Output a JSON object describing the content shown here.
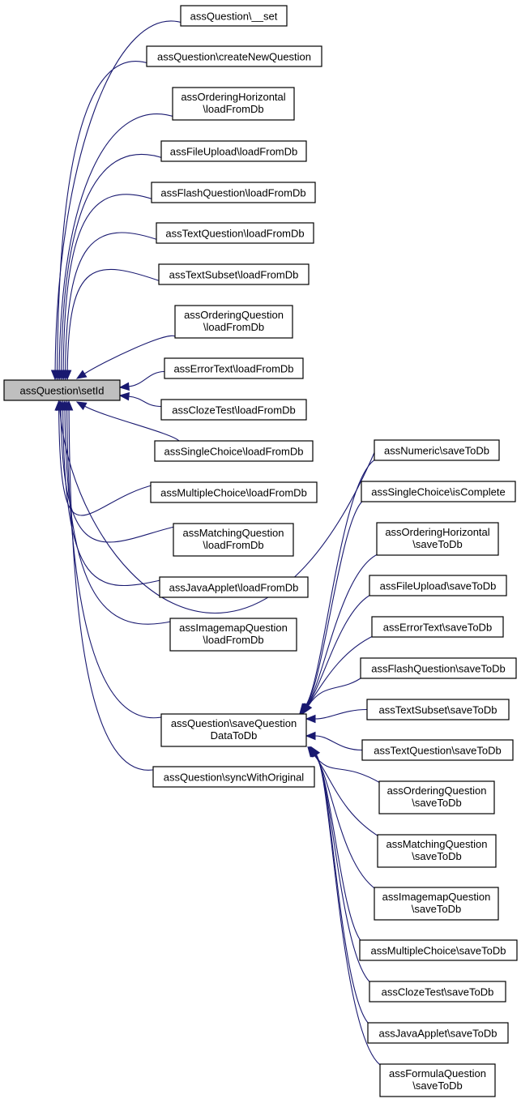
{
  "diagram": {
    "type": "doxygen-caller-graph",
    "colors": {
      "edge": "#191970",
      "root_fill": "#bfbfbf",
      "node_fill": "#ffffff",
      "node_border": "#000000"
    },
    "root": {
      "id": "setId",
      "lines": [
        "assQuestion\\setId"
      ]
    },
    "mid": {
      "id": "saveQuestionDataToDb",
      "lines": [
        "assQuestion\\saveQuestion",
        "DataToDb"
      ]
    },
    "callers_of_root": [
      {
        "id": "__set",
        "lines": [
          "assQuestion\\__set"
        ]
      },
      {
        "id": "createNewQuestion",
        "lines": [
          "assQuestion\\createNewQuestion"
        ]
      },
      {
        "id": "ordHorizLoad",
        "lines": [
          "assOrderingHorizontal",
          "\\loadFromDb"
        ]
      },
      {
        "id": "fileUploadLoad",
        "lines": [
          "assFileUpload\\loadFromDb"
        ]
      },
      {
        "id": "flashLoad",
        "lines": [
          "assFlashQuestion\\loadFromDb"
        ]
      },
      {
        "id": "textQLoad",
        "lines": [
          "assTextQuestion\\loadFromDb"
        ]
      },
      {
        "id": "textSubsetLoad",
        "lines": [
          "assTextSubset\\loadFromDb"
        ]
      },
      {
        "id": "orderingQLoad",
        "lines": [
          "assOrderingQuestion",
          "\\loadFromDb"
        ]
      },
      {
        "id": "errorTextLoad",
        "lines": [
          "assErrorText\\loadFromDb"
        ]
      },
      {
        "id": "clozeLoad",
        "lines": [
          "assClozeTest\\loadFromDb"
        ]
      },
      {
        "id": "singleChoiceLoad",
        "lines": [
          "assSingleChoice\\loadFromDb"
        ]
      },
      {
        "id": "multipleChoiceLoad",
        "lines": [
          "assMultipleChoice\\loadFromDb"
        ]
      },
      {
        "id": "matchingLoad",
        "lines": [
          "assMatchingQuestion",
          "\\loadFromDb"
        ]
      },
      {
        "id": "javaAppletLoad",
        "lines": [
          "assJavaApplet\\loadFromDb"
        ]
      },
      {
        "id": "imagemapLoad",
        "lines": [
          "assImagemapQuestion",
          "\\loadFromDb"
        ]
      },
      {
        "id": "saveQuestionDataToDb",
        "lines": [
          "assQuestion\\saveQuestion",
          "DataToDb"
        ]
      },
      {
        "id": "syncWithOriginal",
        "lines": [
          "assQuestion\\syncWithOriginal"
        ]
      },
      {
        "id": "numericSave",
        "lines": [
          "assNumeric\\saveToDb"
        ]
      }
    ],
    "callers_of_mid": [
      {
        "id": "numericSave",
        "lines": [
          "assNumeric\\saveToDb"
        ]
      },
      {
        "id": "singleChoiceComplete",
        "lines": [
          "assSingleChoice\\isComplete"
        ]
      },
      {
        "id": "ordHorizSave",
        "lines": [
          "assOrderingHorizontal",
          "\\saveToDb"
        ]
      },
      {
        "id": "fileUploadSave",
        "lines": [
          "assFileUpload\\saveToDb"
        ]
      },
      {
        "id": "errorTextSave",
        "lines": [
          "assErrorText\\saveToDb"
        ]
      },
      {
        "id": "flashSave",
        "lines": [
          "assFlashQuestion\\saveToDb"
        ]
      },
      {
        "id": "textSubsetSave",
        "lines": [
          "assTextSubset\\saveToDb"
        ]
      },
      {
        "id": "textQSave",
        "lines": [
          "assTextQuestion\\saveToDb"
        ]
      },
      {
        "id": "orderingQSave",
        "lines": [
          "assOrderingQuestion",
          "\\saveToDb"
        ]
      },
      {
        "id": "matchingSave",
        "lines": [
          "assMatchingQuestion",
          "\\saveToDb"
        ]
      },
      {
        "id": "imagemapSave",
        "lines": [
          "assImagemapQuestion",
          "\\saveToDb"
        ]
      },
      {
        "id": "multipleChoiceSave",
        "lines": [
          "assMultipleChoice\\saveToDb"
        ]
      },
      {
        "id": "clozeSave",
        "lines": [
          "assClozeTest\\saveToDb"
        ]
      },
      {
        "id": "javaAppletSave",
        "lines": [
          "assJavaApplet\\saveToDb"
        ]
      },
      {
        "id": "formulaSave",
        "lines": [
          "assFormulaQuestion",
          "\\saveToDb"
        ]
      }
    ]
  }
}
